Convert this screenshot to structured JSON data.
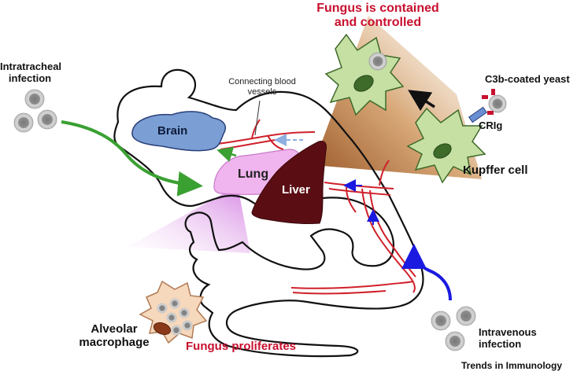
{
  "labels": {
    "contained_line1": "Fungus is contained",
    "contained_line2": "and controlled",
    "intratracheal_line1": "Intratracheal",
    "intratracheal_line2": "infection",
    "connecting_line1": "Connecting blood",
    "connecting_line2": "vessels",
    "c3b_yeast": "C3b-coated yeast",
    "crig": "CRIg",
    "brain": "Brain",
    "lung": "Lung",
    "liver": "Liver",
    "kupffer": "Kupffer cell",
    "alveolar_line1": "Alveolar",
    "alveolar_line2": "macrophage",
    "proliferates": "Fungus proliferates",
    "intravenous_line1": "Intravenous",
    "intravenous_line2": "infection",
    "source": "Trends in Immunology"
  },
  "colors": {
    "red_text": "#c8102e",
    "brain_fill": "#7b9fd4",
    "lung_fill": "#f0b4ee",
    "liver_fill": "#5a0e14",
    "kupffer_fill": "#c6e0a4",
    "macrophage_fill": "#f6d8bc",
    "vessel": "#d0202a",
    "infection_arrow_green": "#3aa032",
    "infection_arrow_blue": "#1a1ae0"
  }
}
